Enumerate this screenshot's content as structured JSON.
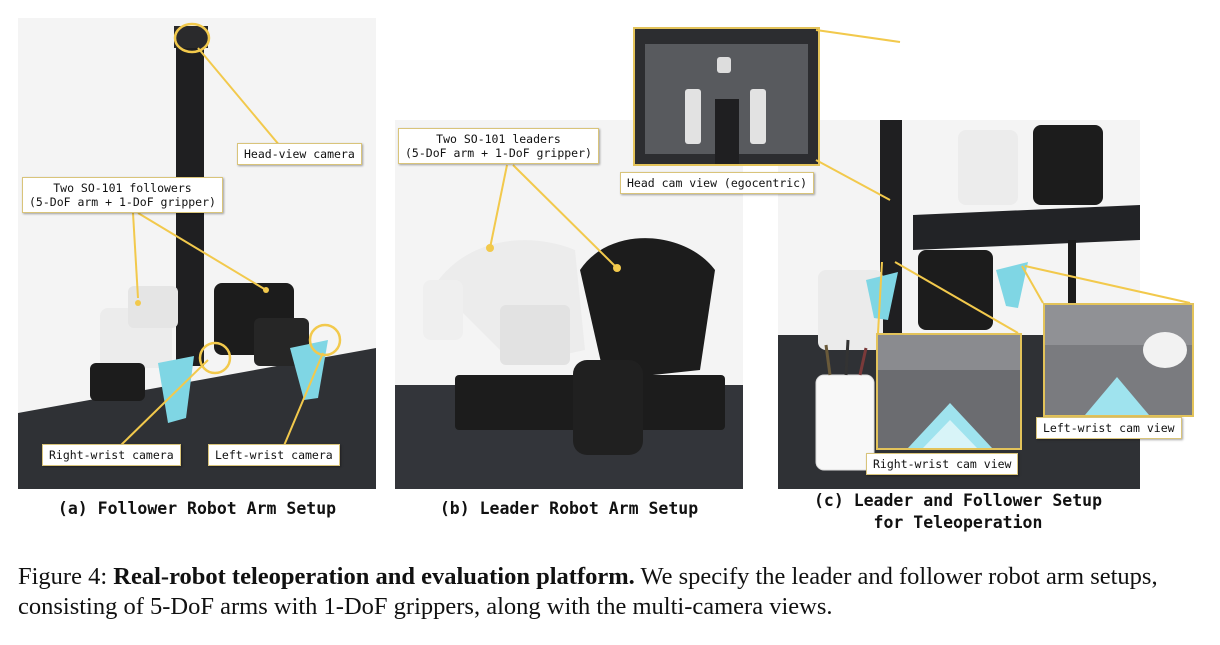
{
  "panels": {
    "a": {
      "callouts": {
        "head_camera": "Head-view camera",
        "followers_line1": "Two SO-101 followers",
        "followers_line2": "(5-DoF arm + 1-DoF gripper)",
        "right_wrist": "Right-wrist camera",
        "left_wrist": "Left-wrist camera"
      },
      "subcaption": "(a) Follower Robot Arm Setup"
    },
    "b": {
      "callouts": {
        "leaders_line1": "Two SO-101 leaders",
        "leaders_line2": "(5-DoF arm + 1-DoF gripper)"
      },
      "subcaption": "(b) Leader Robot Arm Setup"
    },
    "c": {
      "callouts": {
        "head_cam_view": "Head cam view (egocentric)",
        "right_wrist_view": "Right-wrist cam view",
        "left_wrist_view": "Left-wrist cam view"
      },
      "subcaption_line1": "(c) Leader and Follower Setup",
      "subcaption_line2": "for Teleoperation"
    }
  },
  "caption": {
    "label": "Figure 4:",
    "title": "Real-robot teleoperation and evaluation platform.",
    "body": "We specify the leader and follower robot arm setups, consisting of 5-DoF arms with 1-DoF grippers, along with the multi-camera views."
  },
  "colors": {
    "callout_line": "#f2c94c",
    "robot_white": "#eeeeee",
    "robot_black": "#1c1c1c",
    "table_dark": "#2e3034",
    "gripper_cyan": "#7fd6e4"
  }
}
